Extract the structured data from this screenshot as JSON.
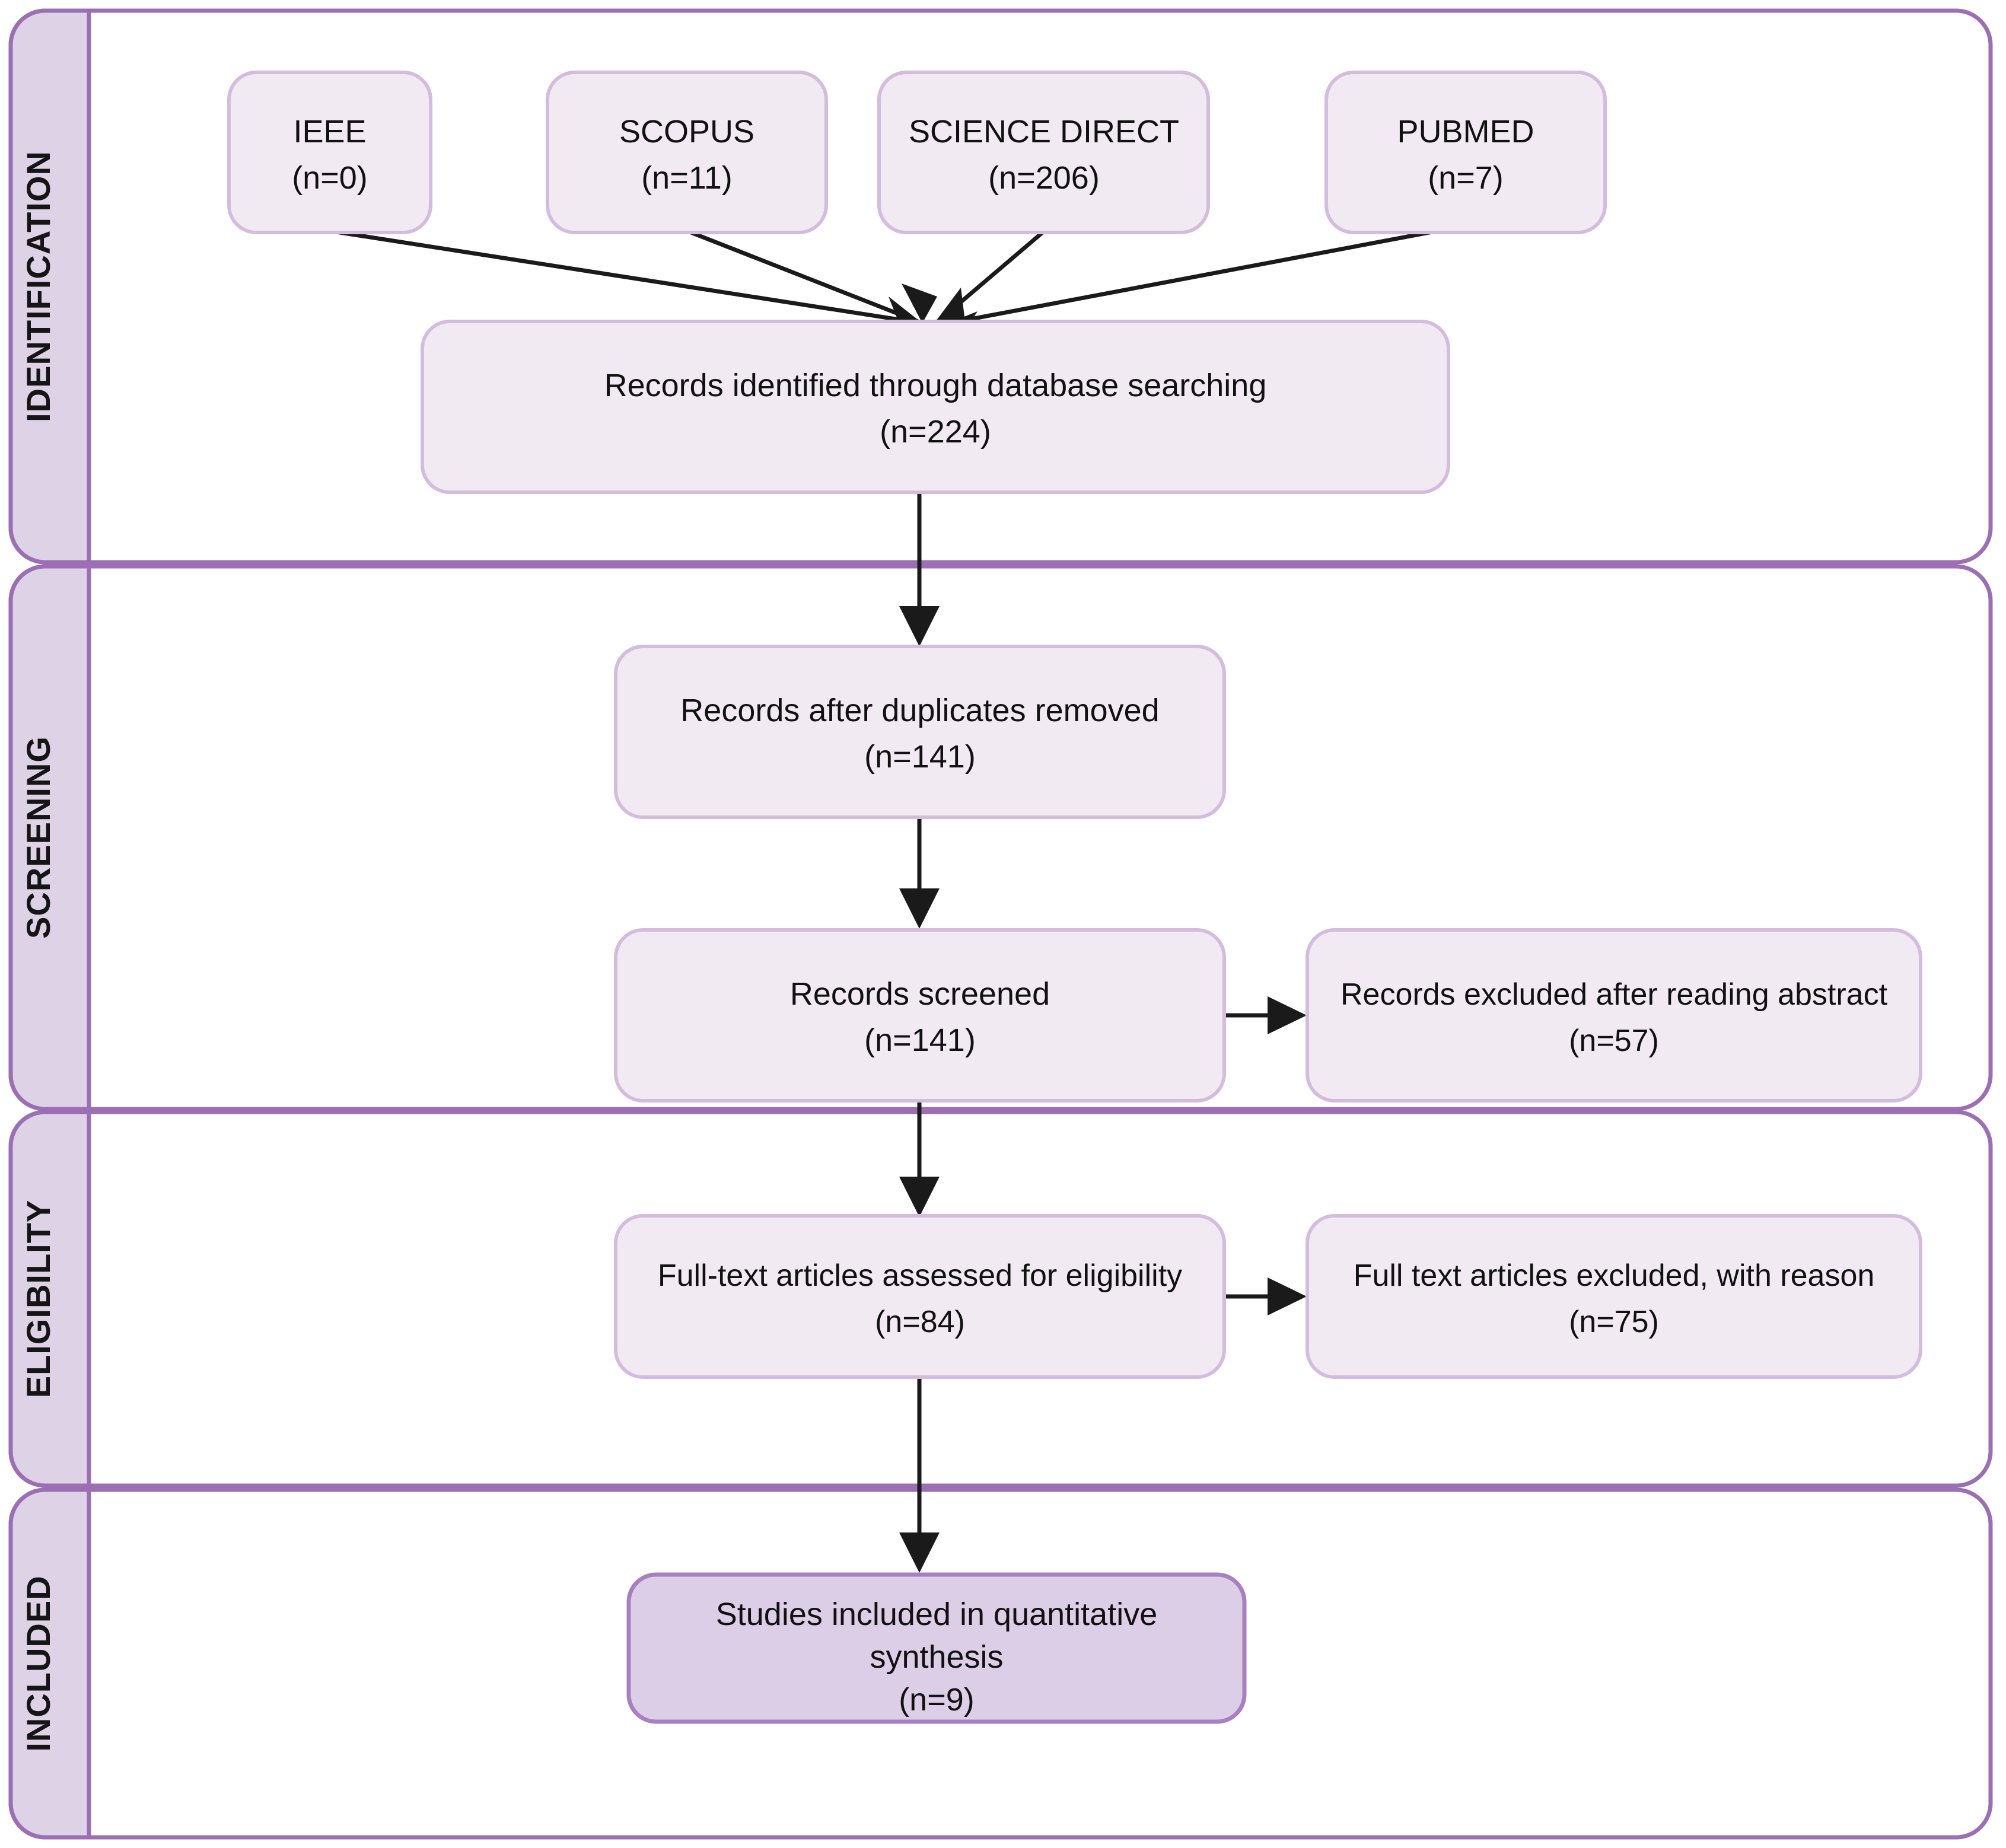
{
  "diagram": {
    "title": "PRISMA flow diagram",
    "type": "prisma-flowchart",
    "colors": {
      "stage_fill": "#ded2e7",
      "stage_border": "#9c6fb4",
      "node_fill": "#f1eaf3",
      "node_border": "#d4bcdf",
      "accent_node_fill": "#ddcee8",
      "accent_node_border": "#a87fc0",
      "edge": "#1a1a1a",
      "text": "#111111",
      "background": "#ffffff"
    }
  },
  "stages": [
    {
      "id": "identification",
      "label": "IDENTIFICATION"
    },
    {
      "id": "screening",
      "label": "SCREENING"
    },
    {
      "id": "eligibility",
      "label": "ELIGIBILITY"
    },
    {
      "id": "included",
      "label": "INCLUDED"
    }
  ],
  "sources": [
    {
      "id": "ieee",
      "name": "IEEE",
      "count_label": "(n=0)",
      "n": 0
    },
    {
      "id": "scopus",
      "name": "SCOPUS",
      "count_label": "(n=11)",
      "n": 11
    },
    {
      "id": "science-direct",
      "name": "SCIENCE DIRECT",
      "count_label": "(n=206)",
      "n": 206
    },
    {
      "id": "pubmed",
      "name": "PUBMED",
      "count_label": "(n=7)",
      "n": 7
    }
  ],
  "nodes": {
    "identified": {
      "line1": "Records identified through database searching",
      "line2": "(n=224)",
      "n": 224
    },
    "duplicates_removed": {
      "line1": "Records after duplicates removed",
      "line2": "(n=141)",
      "n": 141
    },
    "screened": {
      "line1": "Records screened",
      "line2": "(n=141)",
      "n": 141
    },
    "excluded_abstract": {
      "line1": "Records excluded after reading abstract",
      "line2": "(n=57)",
      "n": 57
    },
    "full_text_assessed": {
      "line1": "Full-text articles assessed for eligibility",
      "line2": "(n=84)",
      "n": 84
    },
    "full_text_excluded": {
      "line1": "Full text articles excluded, with reason",
      "line2": "(n=75)",
      "n": 75
    },
    "included_synthesis": {
      "line1": "Studies included in quantitative",
      "line2": "synthesis",
      "line3": "(n=9)",
      "n": 9
    }
  }
}
